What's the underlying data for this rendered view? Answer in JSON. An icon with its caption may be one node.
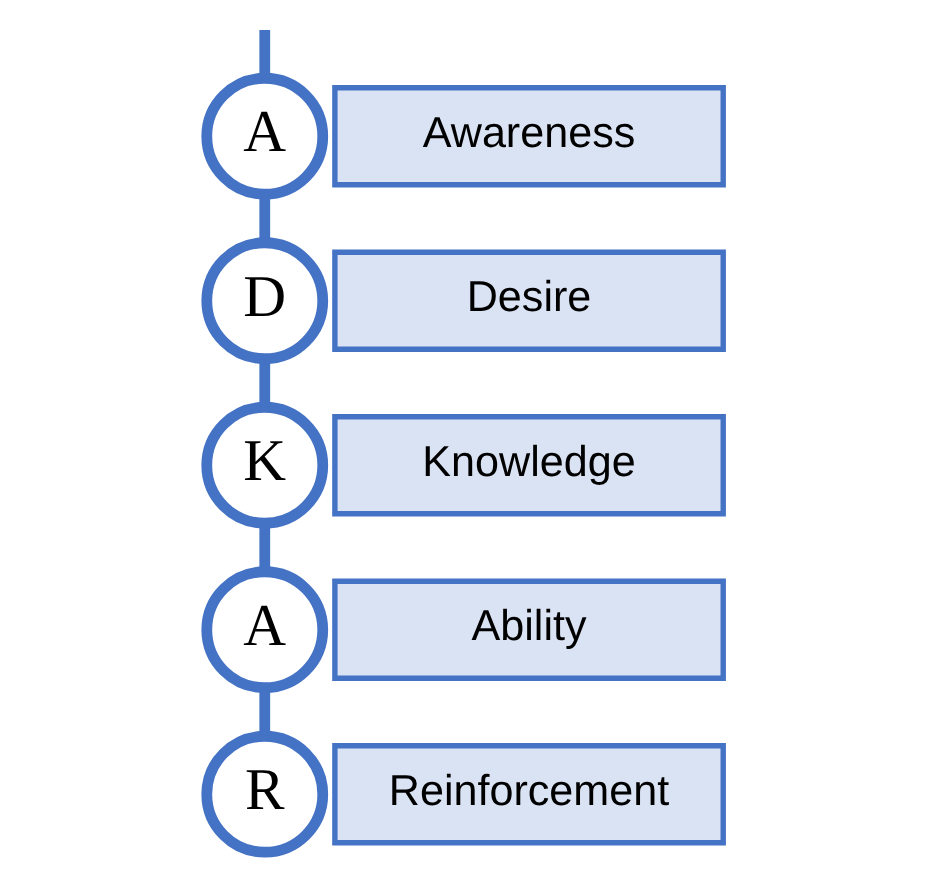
{
  "diagram": {
    "nodes": [
      {
        "text": [
          "A"
        ]
      },
      {
        "text": [
          "Awareness"
        ]
      },
      {
        "text": [
          "D"
        ]
      },
      {
        "text": [
          "Desire"
        ]
      },
      {
        "text": [
          "K"
        ]
      },
      {
        "text": [
          "Knowledge"
        ]
      },
      {
        "text": [
          "A"
        ]
      },
      {
        "text": [
          "Ability"
        ]
      },
      {
        "text": [
          "R"
        ]
      },
      {
        "text": [
          "Reinforcement"
        ]
      }
    ],
    "edges": [
      {
        "from": null,
        "to": 0,
        "arrow": "none"
      },
      {
        "from": 0,
        "to": 2,
        "arrow": "none"
      },
      {
        "from": 2,
        "to": 4,
        "arrow": "none"
      },
      {
        "from": 4,
        "to": 6,
        "arrow": "none"
      },
      {
        "from": 6,
        "to": 8,
        "arrow": "none"
      }
    ]
  }
}
